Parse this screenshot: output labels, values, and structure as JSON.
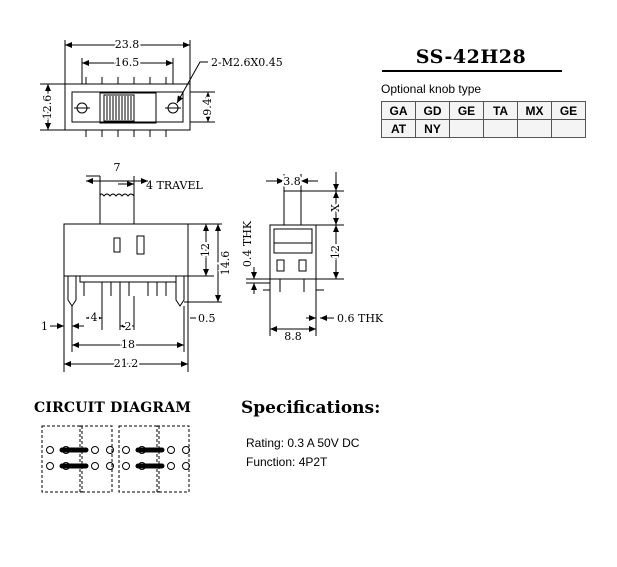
{
  "part_number": "SS-42H28",
  "knob_section": {
    "caption": "Optional knob type",
    "rows": [
      [
        "GA",
        "GD",
        "GE",
        "TA",
        "MX",
        "GE"
      ],
      [
        "AT",
        "NY",
        "",
        "",
        "",
        ""
      ]
    ]
  },
  "dimensions": {
    "top_view": {
      "overall_length": "23.8",
      "hole_pitch": "16.5",
      "mount_holes": "2-M2.6X0.45",
      "height_outer": "12.6",
      "height_inner": "9.4"
    },
    "front_view": {
      "knob_width": "7",
      "travel": "4 TRAVEL",
      "body_height": "12",
      "total_height": "14.6",
      "pin_spacing_a": "4",
      "pin_spacing_b": "2",
      "edge_left": "1",
      "edge_right": "0.5",
      "pin_span": "18",
      "overall_width": "21.2"
    },
    "side_view": {
      "knob_width": "3.8",
      "knob_height": "X",
      "plate_thickness": "0.4 THK",
      "body_height": "12",
      "terminal_thickness": "0.6 THK",
      "leg_span": "8.8"
    }
  },
  "circuit": {
    "title": "CIRCUIT DIAGRAM"
  },
  "specifications": {
    "title": "Specifications:",
    "rating": "Rating: 0.3 A 50V DC",
    "function": "Function: 4P2T"
  }
}
